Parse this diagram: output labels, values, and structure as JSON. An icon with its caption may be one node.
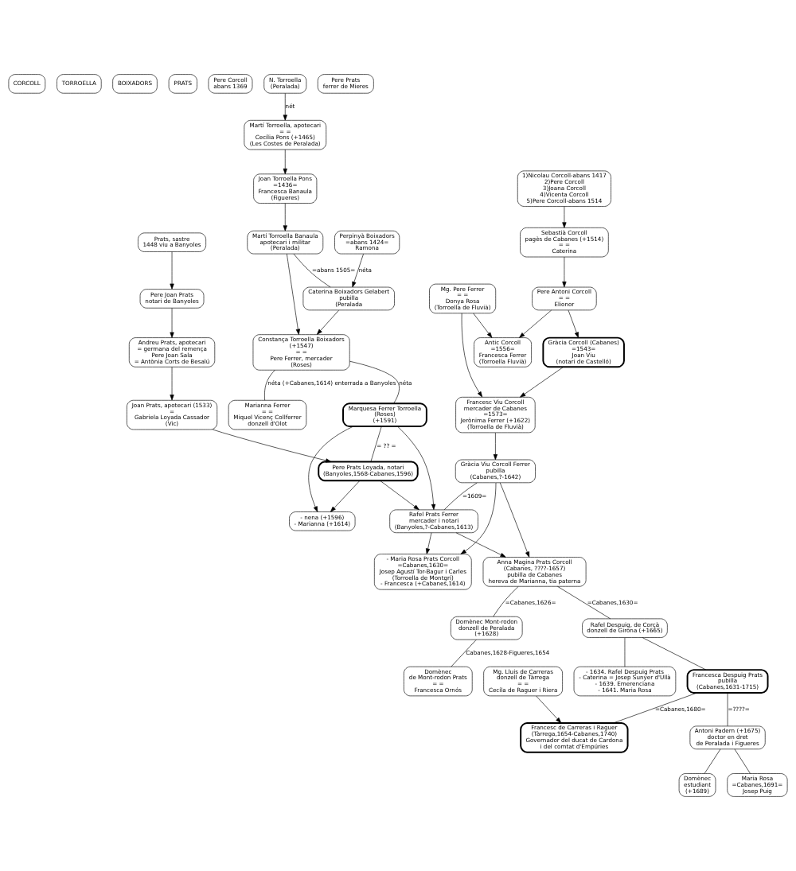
{
  "diagram": {
    "nodes": [
      {
        "text": [
          "CORCOLL"
        ]
      },
      {
        "text": [
          "TORROELLA"
        ]
      },
      {
        "text": [
          "BOIXADORS"
        ]
      },
      {
        "text": [
          "PRATS"
        ]
      },
      {
        "text": [
          "Pere Corcoll",
          "abans 1369"
        ]
      },
      {
        "text": [
          "N. Torroella",
          "(Peralada)"
        ]
      },
      {
        "text": [
          "1)Nicolau Corcoll-abans 1417",
          "2)Pere Corcoll",
          "3)Joana Corcoll",
          "4)Vicenta Corcoll",
          "5)Pere Corcoll-abans 1514"
        ]
      },
      {
        "text": [
          "Martí Torroella, apotecari",
          "= =",
          "Cecília Pons (+1465)",
          "(Les Costes de Peralada)"
        ]
      },
      {
        "text": [
          "Pere Prats",
          "ferrer de Mieres"
        ]
      },
      {
        "text": [
          "Sebastià Corcoll",
          "pagès de Cabanes (+1514)",
          "= =",
          "Caterina"
        ]
      },
      {
        "text": [
          "Joan Torroella Pons",
          "=1436=",
          "Francesca Banaula",
          "(Figueres)"
        ]
      },
      {
        "text": [
          "Perpinyà Boixadors",
          "=abans 1424=",
          "Ramona"
        ]
      },
      {
        "text": [
          "Prats, sastre",
          "1448 viu a Banyoles"
        ]
      },
      {
        "text": [
          "Pere Joan Prats",
          "notari de Banyoles"
        ]
      },
      {
        "text": [
          "Pere Antoni Corcoll",
          "= =",
          "Elionor"
        ]
      },
      {
        "text": [
          "Martí Torroella Banaula",
          "apotecari i militar",
          "(Peralada)"
        ]
      },
      {
        "text": [
          "Caterina Boixadors Gelabert",
          "pubilla",
          "(Peralada"
        ]
      },
      {
        "text": [
          "Andreu Prats, apotecari",
          "= germana del remença",
          "Pere Joan Sala",
          "= Antònia Corts de Besalú"
        ]
      },
      {
        "text": [
          "Antic Corcoll",
          "=1556=",
          "Francesca Ferrer",
          "(Torroella Fluvià)"
        ]
      },
      {
        "text": [
          "Gràcia Corcoll (Cabanes)",
          "=1543=",
          "Joan Viu",
          "(notari de Castelló)"
        ]
      },
      {
        "text": [
          "Constança Torroella Boixadors",
          "(+1547)",
          "= =",
          "Pere Ferrer, mercader",
          "(Roses)"
        ]
      },
      {
        "text": [
          "Joan Prats, apotecari (1533)",
          "=",
          "Gabriela Loyada Cassador",
          "(Vic)"
        ]
      },
      {
        "text": [
          "Mg. Pere Ferrer",
          "= =",
          "Donya Rosa",
          "(Torroella de Fluvià)"
        ]
      },
      {
        "text": [
          "Francesc Viu Corcoll",
          "mercader de Cabanes",
          "=1573=",
          "Jerònima Ferrer (+1622)",
          "(Torroella de Fluvià)"
        ]
      },
      {
        "text": [
          "Marianna Ferrer",
          "= =",
          "Miquel Vicenç Collferrer",
          "donzell d'Olot"
        ]
      },
      {
        "text": [
          "Marquesa Ferrer Torroella",
          "(Roses)",
          "(+1591)"
        ]
      },
      {
        "text": [
          "Pere Prats Loyada, notari",
          "(Banyoles,1568-Cabanes,1596)"
        ]
      },
      {
        "text": [
          "Gràcia Viu Corcoll Ferrer",
          "pubilla",
          "(Cabanes,?-1642)"
        ]
      },
      {
        "text": [
          "Rafel Prats Ferrer",
          "mercader i notari",
          "(Banyoles,?-Cabanes,1613)"
        ]
      },
      {
        "text": [
          "- nena (+1596)",
          "- Marianna (+1614)"
        ]
      },
      {
        "text": [
          "Anna Magina Prats Corcoll",
          "(Cabanes, ????-1657)",
          "pubilla de Cabanes",
          "hereva de Marianna, tia paterna"
        ]
      },
      {
        "text": [
          "- Maria Rosa Prats Corcoll",
          "=Cabanes,1630=",
          "Josep Agustí Tor-Bagur i Carles",
          "(Torroella de Montgrí)",
          "- Francesca (+Cabanes,1614)"
        ]
      },
      {
        "text": [
          "Domènec Mont-rodon",
          "donzell de Peralada",
          "(+1628)"
        ]
      },
      {
        "text": [
          "Rafel Despuig, de Corçà",
          "donzell de Girona (+1665)"
        ]
      },
      {
        "text": [
          "Domènec",
          "de Mont-rodon Prats",
          "= =",
          "Francesca Ornós"
        ]
      },
      {
        "text": [
          "Francesca Despuig Prats",
          "pubilla",
          "(Cabanes,1631-1715)"
        ]
      },
      {
        "text": [
          "- 1634. Rafel Despuig Prats",
          "- Caterina = Josep Sunyer d'Ullà",
          "- 1639. Emerenciana",
          "- 1641. Maria Rosa"
        ]
      },
      {
        "text": [
          "Mg. Lluis de Carreras",
          "donzell de Tàrrega",
          "= =",
          "Cecíla de Raguer i Riera"
        ]
      },
      {
        "text": [
          "Antoni Padern (+1675)",
          "doctor en dret",
          "de Peralada i Figueres"
        ]
      },
      {
        "text": [
          "Francesc de Carreras i Raguer",
          "(Tàrrega,1654-Cabanes,1740)",
          "Governador del ducat de Cardona",
          "i del comtat d'Empúries"
        ]
      },
      {
        "text": [
          "Domènec",
          "estudiant",
          "(+1689)"
        ]
      },
      {
        "text": [
          "Maria Rosa",
          "=Cabanes,1691=",
          "Josep Puig"
        ]
      }
    ],
    "edges": [
      {
        "from": 5,
        "to": 7,
        "arrow": "to",
        "label": "nét"
      },
      {
        "from": 6,
        "to": 9,
        "arrow": "to"
      },
      {
        "from": 7,
        "to": 10,
        "arrow": "to"
      },
      {
        "from": 9,
        "to": 14,
        "arrow": "to"
      },
      {
        "from": 10,
        "to": 15,
        "arrow": "to"
      },
      {
        "from": 11,
        "to": 16,
        "arrow": "to",
        "label": "néta"
      },
      {
        "from": 12,
        "to": 13,
        "arrow": "to"
      },
      {
        "from": 13,
        "to": 17,
        "arrow": "to"
      },
      {
        "from": 14,
        "to": 18,
        "arrow": "to"
      },
      {
        "from": 14,
        "to": 19,
        "arrow": "to"
      },
      {
        "from": 15,
        "to": 16,
        "arrow": "none",
        "label": "=abans 1505="
      },
      {
        "from": 15,
        "to": 20,
        "arrow": "to"
      },
      {
        "from": 16,
        "to": 20,
        "arrow": "to"
      },
      {
        "from": 17,
        "to": 21,
        "arrow": "to"
      },
      {
        "from": 22,
        "to": 18,
        "arrow": "to"
      },
      {
        "from": 19,
        "to": 23,
        "arrow": "to"
      },
      {
        "from": 22,
        "to": 23,
        "arrow": "to"
      },
      {
        "from": 20,
        "to": 24,
        "arrow": "none",
        "label": "néta (+Cabanes,1614) enterrada a Banyoles"
      },
      {
        "from": 20,
        "to": 25,
        "arrow": "none",
        "label": "néta"
      },
      {
        "from": 21,
        "to": 26,
        "arrow": "to"
      },
      {
        "from": 23,
        "to": 27,
        "arrow": "to"
      },
      {
        "from": 25,
        "to": 26,
        "arrow": "none",
        "label": "= ?? ="
      },
      {
        "from": 25,
        "to": 28,
        "arrow": "to"
      },
      {
        "from": 26,
        "to": 28,
        "arrow": "to"
      },
      {
        "from": 25,
        "to": 29,
        "arrow": "to"
      },
      {
        "from": 26,
        "to": 29,
        "arrow": "to"
      },
      {
        "from": 27,
        "to": 28,
        "arrow": "none",
        "label": "=1609="
      },
      {
        "from": 27,
        "to": 30,
        "arrow": "to"
      },
      {
        "from": 28,
        "to": 30,
        "arrow": "to"
      },
      {
        "from": 27,
        "to": 31,
        "arrow": "to"
      },
      {
        "from": 28,
        "to": 31,
        "arrow": "to"
      },
      {
        "from": 30,
        "to": 32,
        "arrow": "none",
        "label": "=Cabanes,1626="
      },
      {
        "from": 30,
        "to": 33,
        "arrow": "none",
        "label": "=Cabanes,1630="
      },
      {
        "from": 32,
        "to": 34,
        "arrow": "none",
        "label": "Cabanes,1628-Figueres,1654"
      },
      {
        "from": 33,
        "to": 35,
        "arrow": "none"
      },
      {
        "from": 33,
        "to": 36,
        "arrow": "none"
      },
      {
        "from": 35,
        "to": 38,
        "arrow": "none",
        "label": "=????="
      },
      {
        "from": 35,
        "to": 39,
        "arrow": "none",
        "label": "=Cabanes,1680="
      },
      {
        "from": 37,
        "to": 39,
        "arrow": "to"
      },
      {
        "from": 38,
        "to": 40,
        "arrow": "none"
      },
      {
        "from": 38,
        "to": 41,
        "arrow": "none"
      }
    ]
  }
}
